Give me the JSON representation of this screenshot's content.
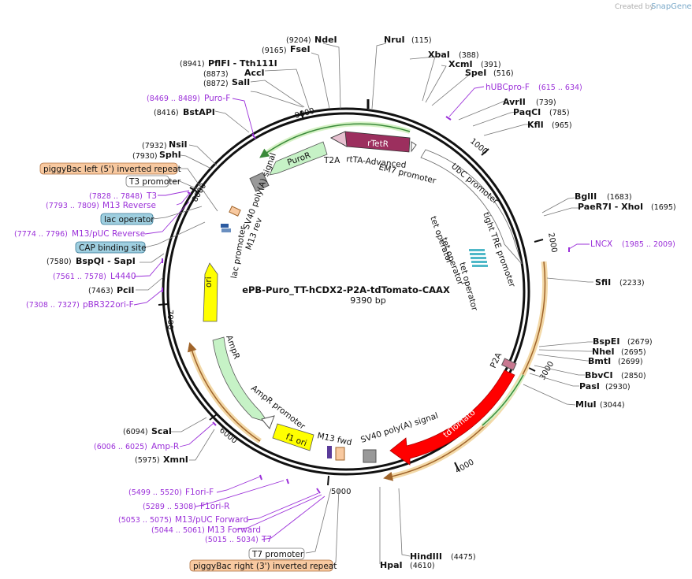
{
  "credit": {
    "prefix": "Created by",
    "brand": "SnapGene"
  },
  "plasmid": {
    "name": "ePB-Puro_TT-hCDX2-P2A-tdTomato-CAAX",
    "size": "9390 bp"
  },
  "ticks": [
    "1000",
    "2000",
    "3000",
    "4000",
    "5000",
    "6000",
    "7000",
    "8000",
    "9000"
  ],
  "enzymes": [
    {
      "name": "NdeI",
      "pos": "(9204)"
    },
    {
      "name": "NruI",
      "pos": "(115)"
    },
    {
      "name": "FseI",
      "pos": "(9165)"
    },
    {
      "name": "XbaI",
      "pos": "(388)"
    },
    {
      "name": "XcmI",
      "pos": "(391)"
    },
    {
      "name": "SpeI",
      "pos": "(516)"
    },
    {
      "name": "PflFI - Tth111I",
      "pos": "(8941)"
    },
    {
      "name": "AccI",
      "pos": "(8873)"
    },
    {
      "name": "SalI",
      "pos": "(8872)"
    },
    {
      "name": "AvrII",
      "pos": "(739)"
    },
    {
      "name": "PaqCI",
      "pos": "(785)"
    },
    {
      "name": "KflI",
      "pos": "(965)"
    },
    {
      "name": "BstAPI",
      "pos": "(8416)"
    },
    {
      "name": "NsiI",
      "pos": "(7932)"
    },
    {
      "name": "SphI",
      "pos": "(7930)"
    },
    {
      "name": "BglII",
      "pos": "(1683)"
    },
    {
      "name": "PaeR7I - XhoI",
      "pos": "(1695)"
    },
    {
      "name": "SfiI",
      "pos": "(2233)"
    },
    {
      "name": "BspQI - SapI",
      "pos": "(7580)"
    },
    {
      "name": "PciI",
      "pos": "(7463)"
    },
    {
      "name": "BspEI",
      "pos": "(2679)"
    },
    {
      "name": "NheI",
      "pos": "(2695)"
    },
    {
      "name": "BmtI",
      "pos": "(2699)"
    },
    {
      "name": "BbvCI",
      "pos": "(2850)"
    },
    {
      "name": "PasI",
      "pos": "(2930)"
    },
    {
      "name": "MluI",
      "pos": "(3044)"
    },
    {
      "name": "ScaI",
      "pos": "(6094)"
    },
    {
      "name": "XmnI",
      "pos": "(5975)"
    },
    {
      "name": "HindIII",
      "pos": "(4475)"
    },
    {
      "name": "HpaI",
      "pos": "(4610)"
    }
  ],
  "primers": [
    {
      "name": "hUBCpro-F",
      "pos": "(615 .. 634)"
    },
    {
      "name": "Puro-F",
      "pos": "(8469 .. 8489)"
    },
    {
      "name": "T3",
      "pos": "(7828 .. 7848)"
    },
    {
      "name": "M13 Reverse",
      "pos": "(7793 .. 7809)"
    },
    {
      "name": "M13/pUC Reverse",
      "pos": "(7774 .. 7796)"
    },
    {
      "name": "LNCX",
      "pos": "(1985 .. 2009)"
    },
    {
      "name": "L4440",
      "pos": "(7561 .. 7578)"
    },
    {
      "name": "pBR322ori-F",
      "pos": "(7308 .. 7327)"
    },
    {
      "name": "Amp-R",
      "pos": "(6006 .. 6025)"
    },
    {
      "name": "F1ori-F",
      "pos": "(5499 .. 5520)"
    },
    {
      "name": "F1ori-R",
      "pos": "(5289 .. 5308)"
    },
    {
      "name": "M13/pUC Forward",
      "pos": "(5053 .. 5075)"
    },
    {
      "name": "M13 Forward",
      "pos": "(5044 .. 5061)"
    },
    {
      "name": "T7",
      "pos": "(5015 .. 5034)"
    }
  ],
  "boxes": [
    {
      "name": "piggyBac left (5') inverted repeat",
      "fill": "#f8c9a0"
    },
    {
      "name": "T3 promoter",
      "fill": "#ffffff"
    },
    {
      "name": "lac operator",
      "fill": "#9fcfe0"
    },
    {
      "name": "CAP binding site",
      "fill": "#9fcfe0"
    },
    {
      "name": "T7 promoter",
      "fill": "#ffffff"
    },
    {
      "name": "piggyBac right (3') inverted repeat",
      "fill": "#f8c9a0"
    }
  ],
  "features": {
    "rtetr": "rTetR",
    "puror": "PuroR",
    "t2a": "T2A",
    "rtta": "rtTA-Advanced",
    "em7": "EM7 promoter",
    "ubc": "UbC promoter",
    "tight": "tight TRE promoter",
    "tetop1": "tet operator",
    "tetop2": "tet operator",
    "tetop3": "tet operator",
    "sv40a": "SV40 poly(A) signal",
    "m13rev": "M13 rev",
    "lacprom": "lac promoter",
    "ori": "ori",
    "ampr": "AmpR",
    "ampprom": "AmpR promoter",
    "f1ori": "f1 ori",
    "m13fwd": "M13 fwd",
    "sv40b": "SV40 poly(A) signal",
    "tdtomato": "tdTomato",
    "p2a": "P2A"
  },
  "colors": {
    "rtetr": "#9c2f5e",
    "puror": "#c6f2c6",
    "ori": "#ffff00",
    "ampr": "#c6f2c6",
    "tdtomato": "#ff0000",
    "f1ori": "#ffff00",
    "primer": "#9b30d9",
    "orf": "#f0c060",
    "backbone": "#111111"
  }
}
